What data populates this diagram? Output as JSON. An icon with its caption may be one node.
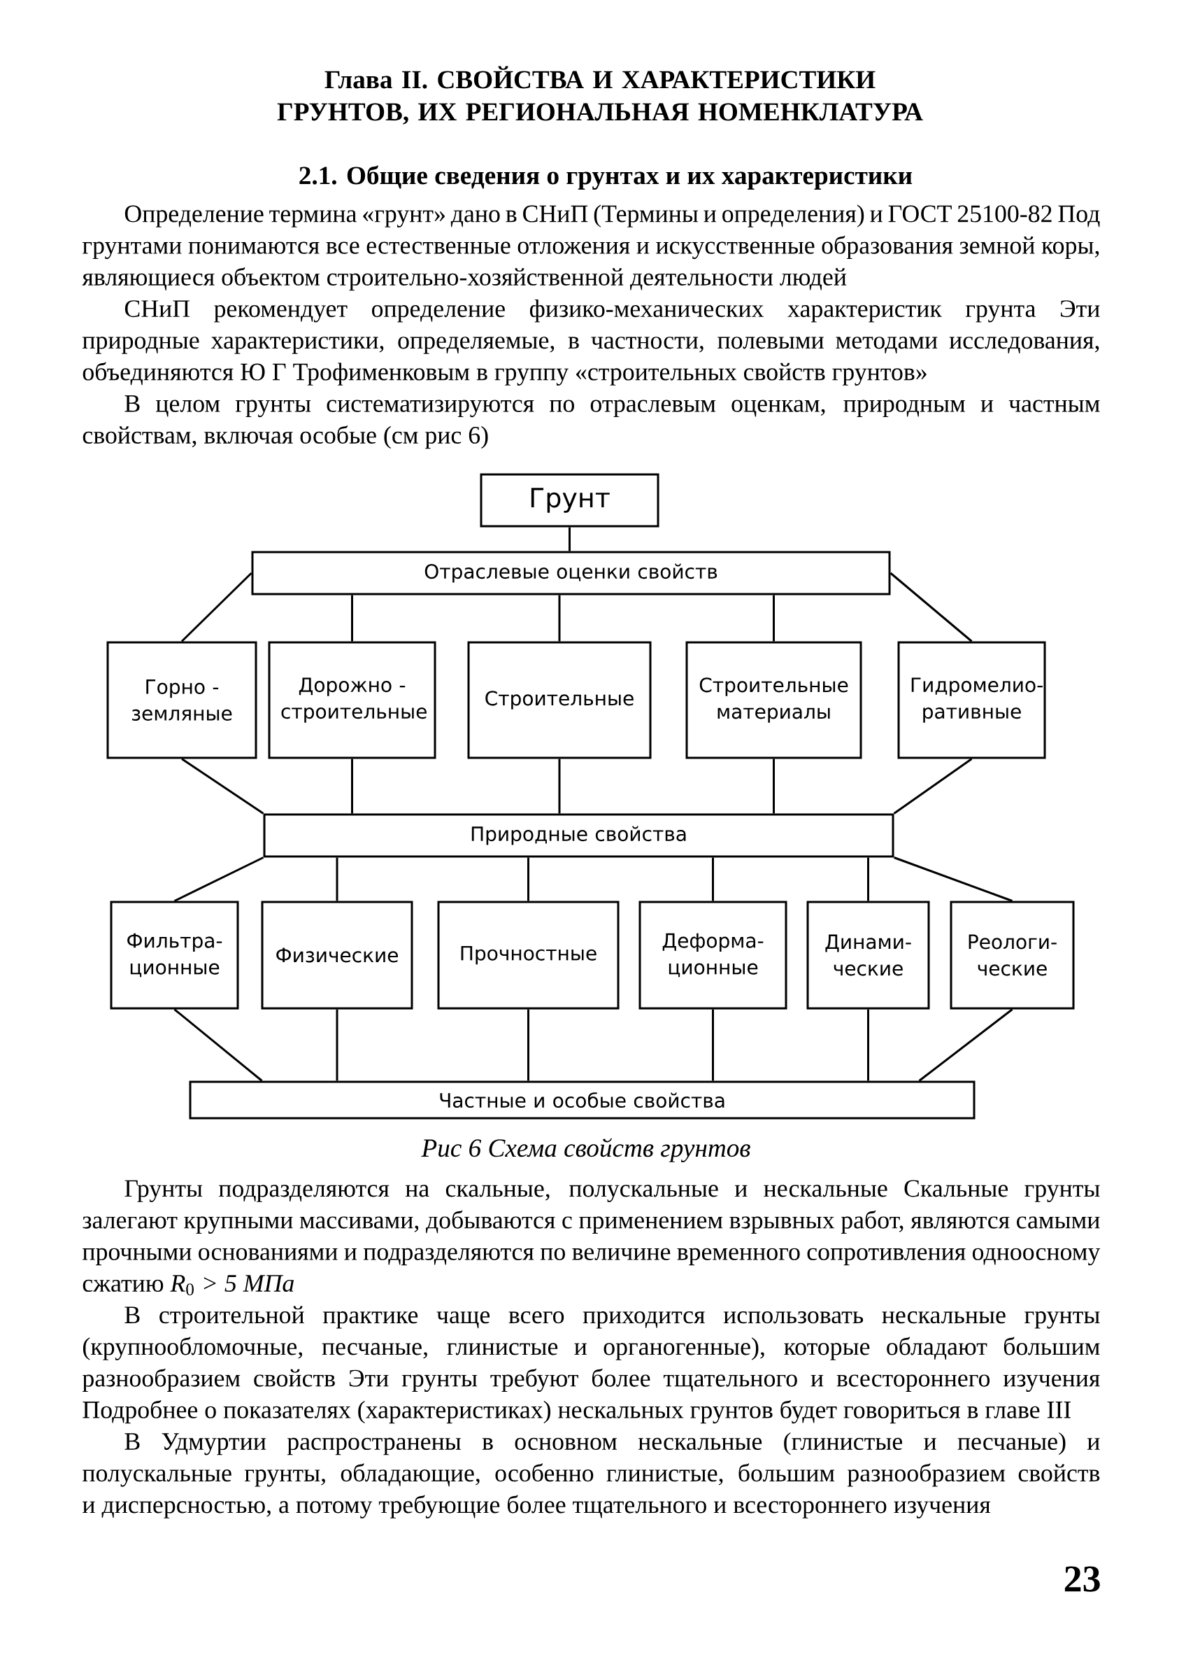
{
  "diagram": {
    "title": "Глава II. СВОЙСТВА И ХАРАКТЕРИСТИКИ ГРУНТОВ, ИХ РЕГИОНАЛЬНАЯ НОМЕНКЛАТУРА",
    "caption": "Рис 6 Схема свойств грунтов",
    "nodes": [
      {
        "text": [
          "Грунт"
        ]
      },
      {
        "text": [
          "Отраслевые оценки свойств"
        ]
      },
      {
        "text": [
          "Горно - земляные"
        ]
      },
      {
        "text": [
          "Дорожно - строительные"
        ]
      },
      {
        "text": [
          "Строительные"
        ]
      },
      {
        "text": [
          "Строительные материалы"
        ]
      },
      {
        "text": [
          "Гидромелио- ративные"
        ]
      },
      {
        "text": [
          "Природные свойства"
        ]
      },
      {
        "text": [
          "Фильтра- ционные"
        ]
      },
      {
        "text": [
          "Физические"
        ]
      },
      {
        "text": [
          "Прочностные"
        ]
      },
      {
        "text": [
          "Деформа- ционные"
        ]
      },
      {
        "text": [
          "Динами- ческие"
        ]
      },
      {
        "text": [
          "Реологи- ческие"
        ]
      },
      {
        "text": [
          "Частные и особые свойства"
        ]
      }
    ],
    "edges": [
      {
        "from": 0,
        "to": 1,
        "arrow": "none"
      },
      {
        "from": 1,
        "to": 2,
        "arrow": "none"
      },
      {
        "from": 1,
        "to": 3,
        "arrow": "none"
      },
      {
        "from": 1,
        "to": 4,
        "arrow": "none"
      },
      {
        "from": 1,
        "to": 5,
        "arrow": "none"
      },
      {
        "from": 1,
        "to": 6,
        "arrow": "none"
      },
      {
        "from": 2,
        "to": 7,
        "arrow": "none"
      },
      {
        "from": 3,
        "to": 7,
        "arrow": "none"
      },
      {
        "from": 4,
        "to": 7,
        "arrow": "none"
      },
      {
        "from": 5,
        "to": 7,
        "arrow": "none"
      },
      {
        "from": 6,
        "to": 7,
        "arrow": "none"
      },
      {
        "from": 7,
        "to": 8,
        "arrow": "none"
      },
      {
        "from": 7,
        "to": 9,
        "arrow": "none"
      },
      {
        "from": 7,
        "to": 10,
        "arrow": "none"
      },
      {
        "from": 7,
        "to": 11,
        "arrow": "none"
      },
      {
        "from": 7,
        "to": 12,
        "arrow": "none"
      },
      {
        "from": 7,
        "to": 13,
        "arrow": "none"
      },
      {
        "from": 8,
        "to": 14,
        "arrow": "none"
      },
      {
        "from": 9,
        "to": 14,
        "arrow": "none"
      },
      {
        "from": 10,
        "to": 14,
        "arrow": "none"
      },
      {
        "from": 11,
        "to": 14,
        "arrow": "none"
      },
      {
        "from": 12,
        "to": 14,
        "arrow": "none"
      },
      {
        "from": 13,
        "to": 14,
        "arrow": "none"
      }
    ],
    "labels": [
      "2.1. Общие сведения о грунтах и их характеристики",
      "Определение термина «грунт» дано в СНиП (Термины и определения) и ГОСТ 25100-82 Под грунтами понимаются все естественные отложения и искусственные образования земной коры, являющиеся объектом строительно-хозяйственной деятельности людей",
      "СНиП рекомендует определение физико-механических характеристик грунта Эти природные характеристики, определяемые, в частности, полевыми методами исследования, объединяются Ю Г Трофименковым в группу «строительных свойств грунтов»",
      "В целом грунты систематизируются по отраслевым оценкам, природным и частным свойствам, включая особые (см рис 6)",
      "Грунты подразделяются на скальные, полускальные и нескальные Скальные грунты залегают крупными массивами, добываются с применением взрывных работ, являются самыми прочными основаниями и подразделяются по величине временного сопротивления одноосному сжатию *R*$_{0}$ *> 5 МПа*",
      "В строительной практике чаще всего приходится использовать нескальные грунты (крупнообломочные, песчаные, глинистые и органогенные), которые обладают большим разнообразием свойств Эти грунты требуют более тщательного и всестороннего изучения Подробнее о показателях (характеристиках) нескальных грунтов будет говориться в главе III",
      "В Удмуртии распространены в основном нескальные (глинистые и песчаные) и полускальные грунты, обладающие, особенно глинистые, большим разнообразием свойств и дисперсностью, а потому требующие более тщательного и всестороннего изучения",
      "23"
    ]
  }
}
